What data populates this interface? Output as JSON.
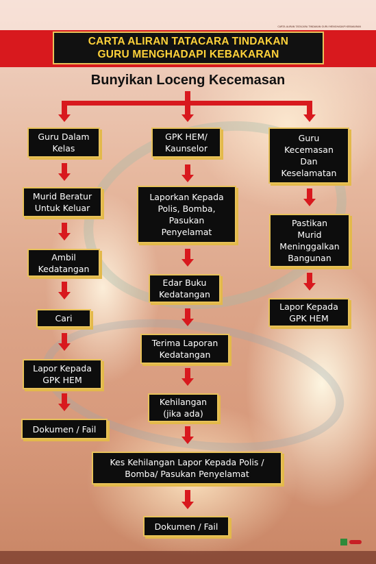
{
  "header": {
    "top_note": "CARTA ALIRAN TATACARA TINDAKAN GURU MENGHADAPI KEBAKARAN",
    "title_line1": "CARTA ALIRAN TATACARA TINDAKAN",
    "title_line2": "GURU MENGHADAPI KEBAKARAN"
  },
  "start": "Bunyikan Loceng Kecemasan",
  "left": [
    "Guru Dalam\nKelas",
    "Murid Beratur\nUntuk Keluar",
    "Ambil\nKedatangan",
    "Cari",
    "Lapor Kepada\nGPK HEM",
    "Dokumen / Fail"
  ],
  "middle": [
    "GPK HEM/\nKaunselor",
    "Laporkan Kepada\nPolis, Bomba,\nPasukan\nPenyelamat",
    "Edar Buku\nKedatangan",
    "Terima Laporan\nKedatangan",
    "Kehilangan\n(jika ada)"
  ],
  "right": [
    "Guru\nKecemasan\nDan\nKeselamatan",
    "Pastikan\nMurid\nMeninggalkan\nBangunan",
    "Lapor Kepada\nGPK HEM"
  ],
  "final": [
    "Kes Kehilangan Lapor Kepada Polis /\nBomba/ Pasukan Penyelamat",
    "Dokumen / Fail"
  ],
  "colors": {
    "accent_red": "#d8191e",
    "box_fill": "#0d0d0d",
    "box_border": "#e8c25a",
    "title_text": "#ffd23a"
  }
}
